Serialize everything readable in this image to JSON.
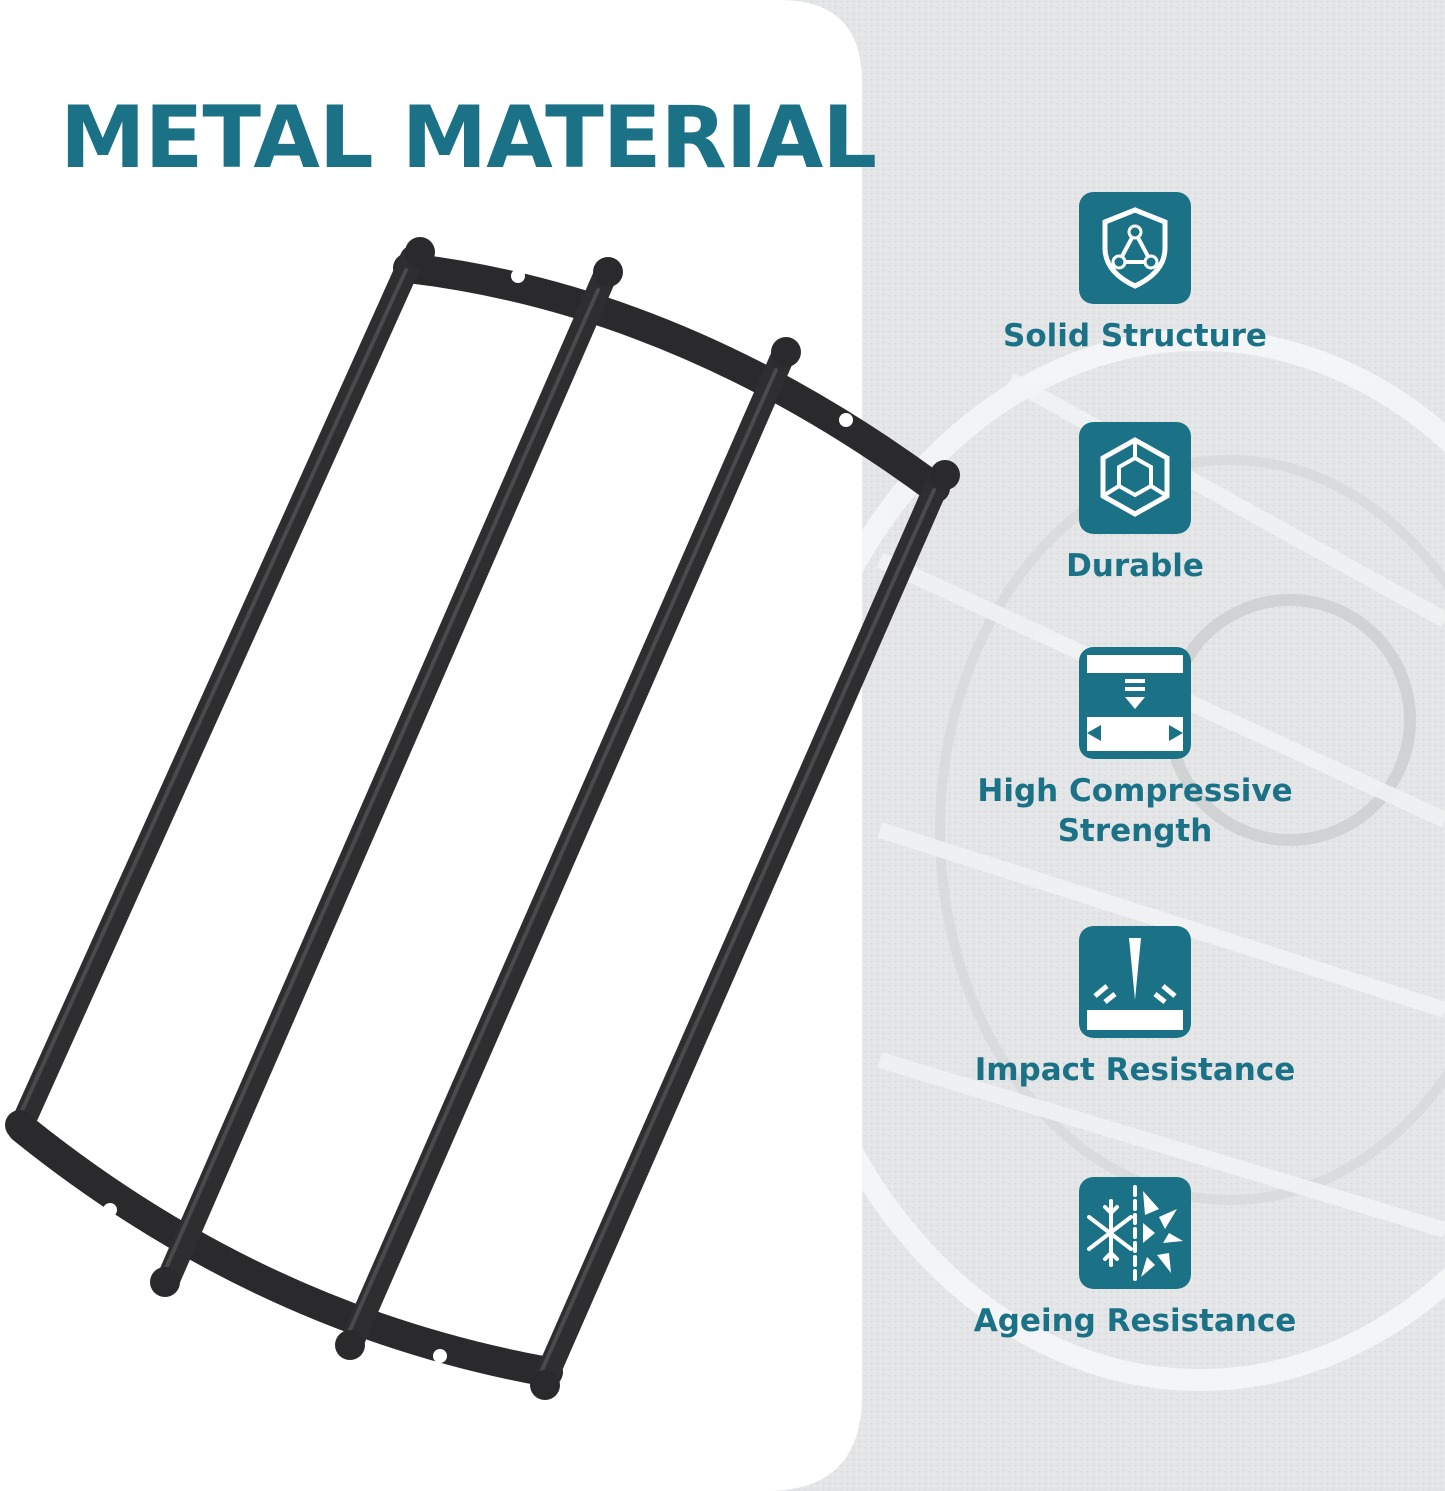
{
  "page": {
    "title": "METAL MATERIAL"
  },
  "colors": {
    "accent": "#1b7286",
    "panel": "#ffffff",
    "background": "#e6e7e9",
    "grille": "#2a2a2c"
  },
  "features": [
    {
      "label": "Solid Structure",
      "icon": "shield-triangle-icon"
    },
    {
      "label": "Durable",
      "icon": "cube-icon"
    },
    {
      "label": "High Compressive Strength",
      "icon": "compress-arrow-icon"
    },
    {
      "label": "Impact Resistance",
      "icon": "impact-spike-icon"
    },
    {
      "label": "Ageing Resistance",
      "icon": "snow-sun-icon"
    }
  ]
}
